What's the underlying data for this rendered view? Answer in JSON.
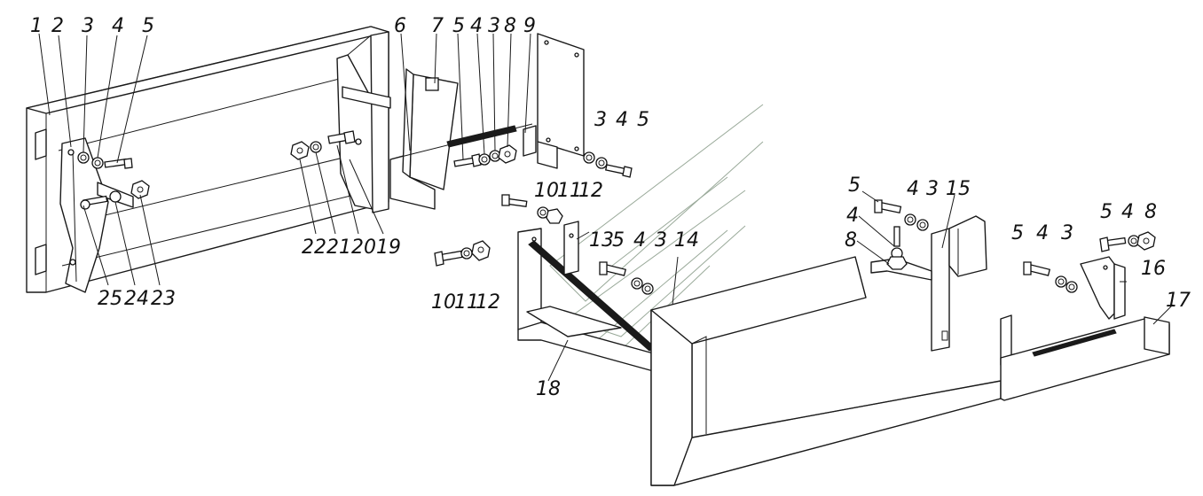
{
  "callouts": [
    {
      "id": "c1",
      "text": "1"
    },
    {
      "id": "c2",
      "text": "2"
    },
    {
      "id": "c3",
      "text": "3"
    },
    {
      "id": "c4",
      "text": "4"
    },
    {
      "id": "c5",
      "text": "5"
    },
    {
      "id": "c6",
      "text": "6"
    },
    {
      "id": "c7",
      "text": "7"
    },
    {
      "id": "c8",
      "text": "5"
    },
    {
      "id": "c9",
      "text": "4"
    },
    {
      "id": "c10",
      "text": "3"
    },
    {
      "id": "c11",
      "text": "8"
    },
    {
      "id": "c12",
      "text": "9"
    },
    {
      "id": "c13",
      "text": "3"
    },
    {
      "id": "c14",
      "text": "4"
    },
    {
      "id": "c15",
      "text": "5"
    },
    {
      "id": "c16",
      "text": "10"
    },
    {
      "id": "c17",
      "text": "11"
    },
    {
      "id": "c18",
      "text": "12"
    },
    {
      "id": "c19",
      "text": "13"
    },
    {
      "id": "c20",
      "text": "5"
    },
    {
      "id": "c21",
      "text": "4"
    },
    {
      "id": "c22",
      "text": "3"
    },
    {
      "id": "c23",
      "text": "14"
    },
    {
      "id": "c24",
      "text": "10"
    },
    {
      "id": "c25",
      "text": "11"
    },
    {
      "id": "c26",
      "text": "12"
    },
    {
      "id": "c27",
      "text": "18"
    },
    {
      "id": "c28",
      "text": "22"
    },
    {
      "id": "c29",
      "text": "21"
    },
    {
      "id": "c30",
      "text": "20"
    },
    {
      "id": "c31",
      "text": "19"
    },
    {
      "id": "c32",
      "text": "25"
    },
    {
      "id": "c33",
      "text": "24"
    },
    {
      "id": "c34",
      "text": "23"
    },
    {
      "id": "c35",
      "text": "5"
    },
    {
      "id": "c36",
      "text": "4"
    },
    {
      "id": "c37",
      "text": "3"
    },
    {
      "id": "c38",
      "text": "15"
    },
    {
      "id": "c39",
      "text": "4"
    },
    {
      "id": "c40",
      "text": "8"
    },
    {
      "id": "c41",
      "text": "5"
    },
    {
      "id": "c42",
      "text": "4"
    },
    {
      "id": "c43",
      "text": "3"
    },
    {
      "id": "c44",
      "text": "5"
    },
    {
      "id": "c45",
      "text": "4"
    },
    {
      "id": "c46",
      "text": "8"
    },
    {
      "id": "c47",
      "text": "16"
    },
    {
      "id": "c48",
      "text": "17"
    }
  ]
}
